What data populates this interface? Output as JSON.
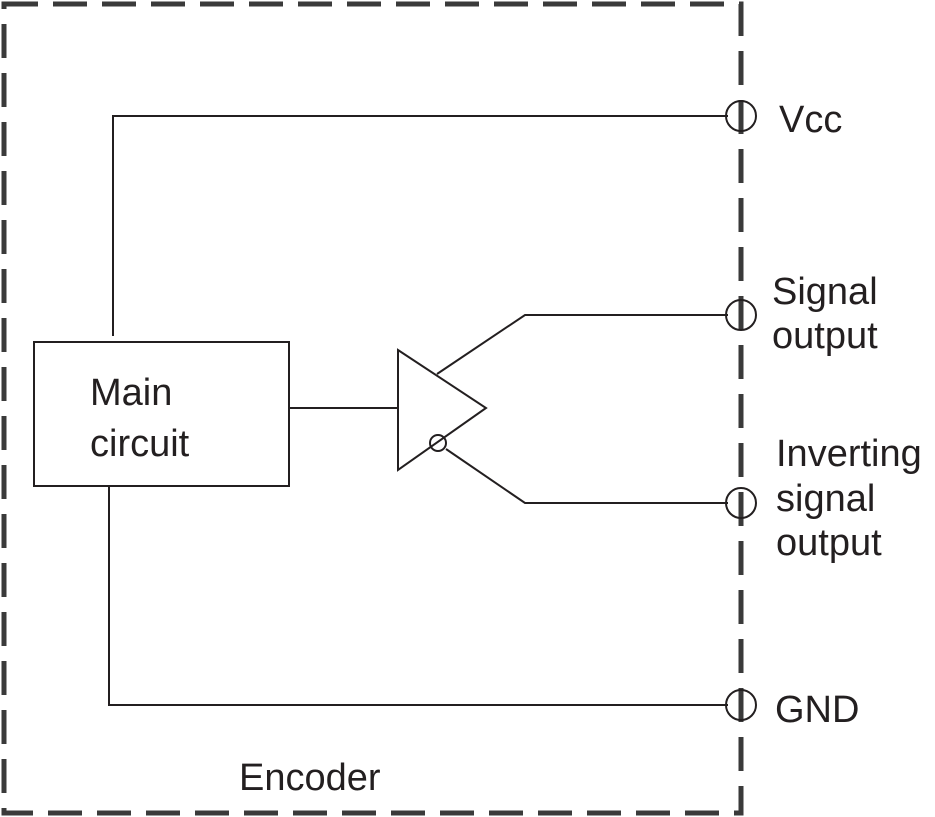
{
  "diagram": {
    "enclosure_label": "Encoder",
    "block": {
      "line1": "Main",
      "line2": "circuit"
    },
    "terminals": {
      "vcc": "Vcc",
      "signal_line1": "Signal",
      "signal_line2": "output",
      "inv_line1": "Inverting",
      "inv_line2": "signal",
      "inv_line3": "output",
      "gnd": "GND"
    }
  },
  "colors": {
    "line": "#231f20",
    "border": "#3a3a3a",
    "background": "#ffffff"
  }
}
